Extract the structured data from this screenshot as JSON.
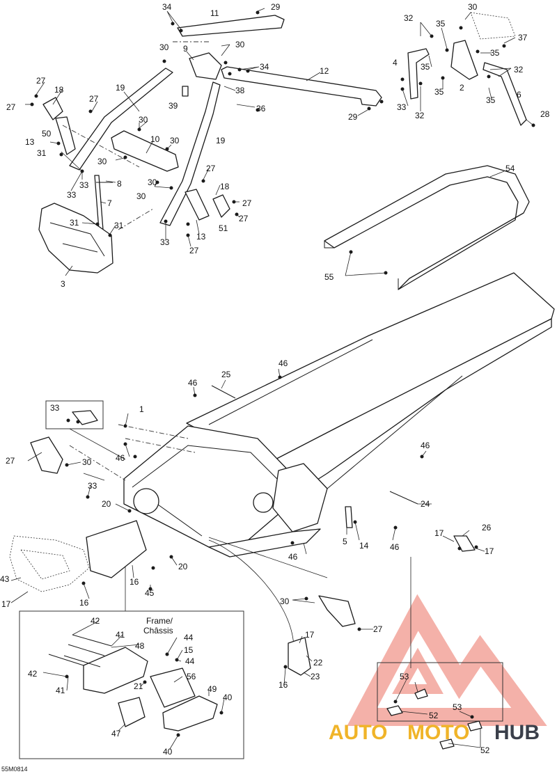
{
  "diagram_code": "55M0814",
  "inset_caption": {
    "line1": "Frame/",
    "line2": "Châssis"
  },
  "watermark": {
    "auto": "AUTO",
    "moto": "MOTO",
    "hub": "HUB",
    "color_auto": "#f0b429",
    "color_moto": "#f0b429",
    "color_hub": "#3a3f4a",
    "triangle_color": "#f2a39a"
  },
  "callouts": {
    "c1": "1",
    "c2": "2",
    "c3": "3",
    "c4": "4",
    "c5": "5",
    "c6": "6",
    "c7": "7",
    "c8": "8",
    "c9": "9",
    "c10": "10",
    "c11": "11",
    "c12": "12",
    "c13a": "13",
    "c13b": "13",
    "c14": "14",
    "c15": "15",
    "c16a": "16",
    "c16b": "16",
    "c16c": "16",
    "c17a": "17",
    "c17b": "17",
    "c17c": "17",
    "c17d": "17",
    "c18a": "18",
    "c18b": "18",
    "c19a": "19",
    "c19b": "19",
    "c20a": "20",
    "c20b": "20",
    "c21": "21",
    "c22": "22",
    "c23": "23",
    "c24": "24",
    "c25": "25",
    "c26": "26",
    "c27a": "27",
    "c27b": "27",
    "c27c": "27",
    "c27d": "27",
    "c27e": "27",
    "c27f": "27",
    "c27g": "27",
    "c27h": "27",
    "c28": "28",
    "c29a": "29",
    "c29b": "29",
    "c30a": "30",
    "c30b": "30",
    "c30c": "30",
    "c30d": "30",
    "c30e": "30",
    "c30f": "30",
    "c30g": "30",
    "c30h": "30",
    "c30i": "30",
    "c31a": "31",
    "c31b": "31",
    "c31c": "31",
    "c32a": "32",
    "c32b": "32",
    "c32c": "32",
    "c33a": "33",
    "c33b": "33",
    "c33c": "33",
    "c33d": "33",
    "c33e": "33",
    "c33f": "33",
    "c34a": "34",
    "c34b": "34",
    "c35a": "35",
    "c35b": "35",
    "c35c": "35",
    "c35d": "35",
    "c35e": "35",
    "c36": "36",
    "c37": "37",
    "c38": "38",
    "c39": "39",
    "c40a": "40",
    "c40b": "40",
    "c41a": "41",
    "c41b": "41",
    "c42a": "42",
    "c42b": "42",
    "c43": "43",
    "c44a": "44",
    "c44b": "44",
    "c45": "45",
    "c46a": "46",
    "c46b": "46",
    "c46c": "46",
    "c46d": "46",
    "c46e": "46",
    "c46f": "46",
    "c47": "47",
    "c48": "48",
    "c49": "49",
    "c50": "50",
    "c51": "51",
    "c52a": "52",
    "c52b": "52",
    "c53a": "53",
    "c53b": "53",
    "c54": "54",
    "c55": "55",
    "c56": "56"
  }
}
